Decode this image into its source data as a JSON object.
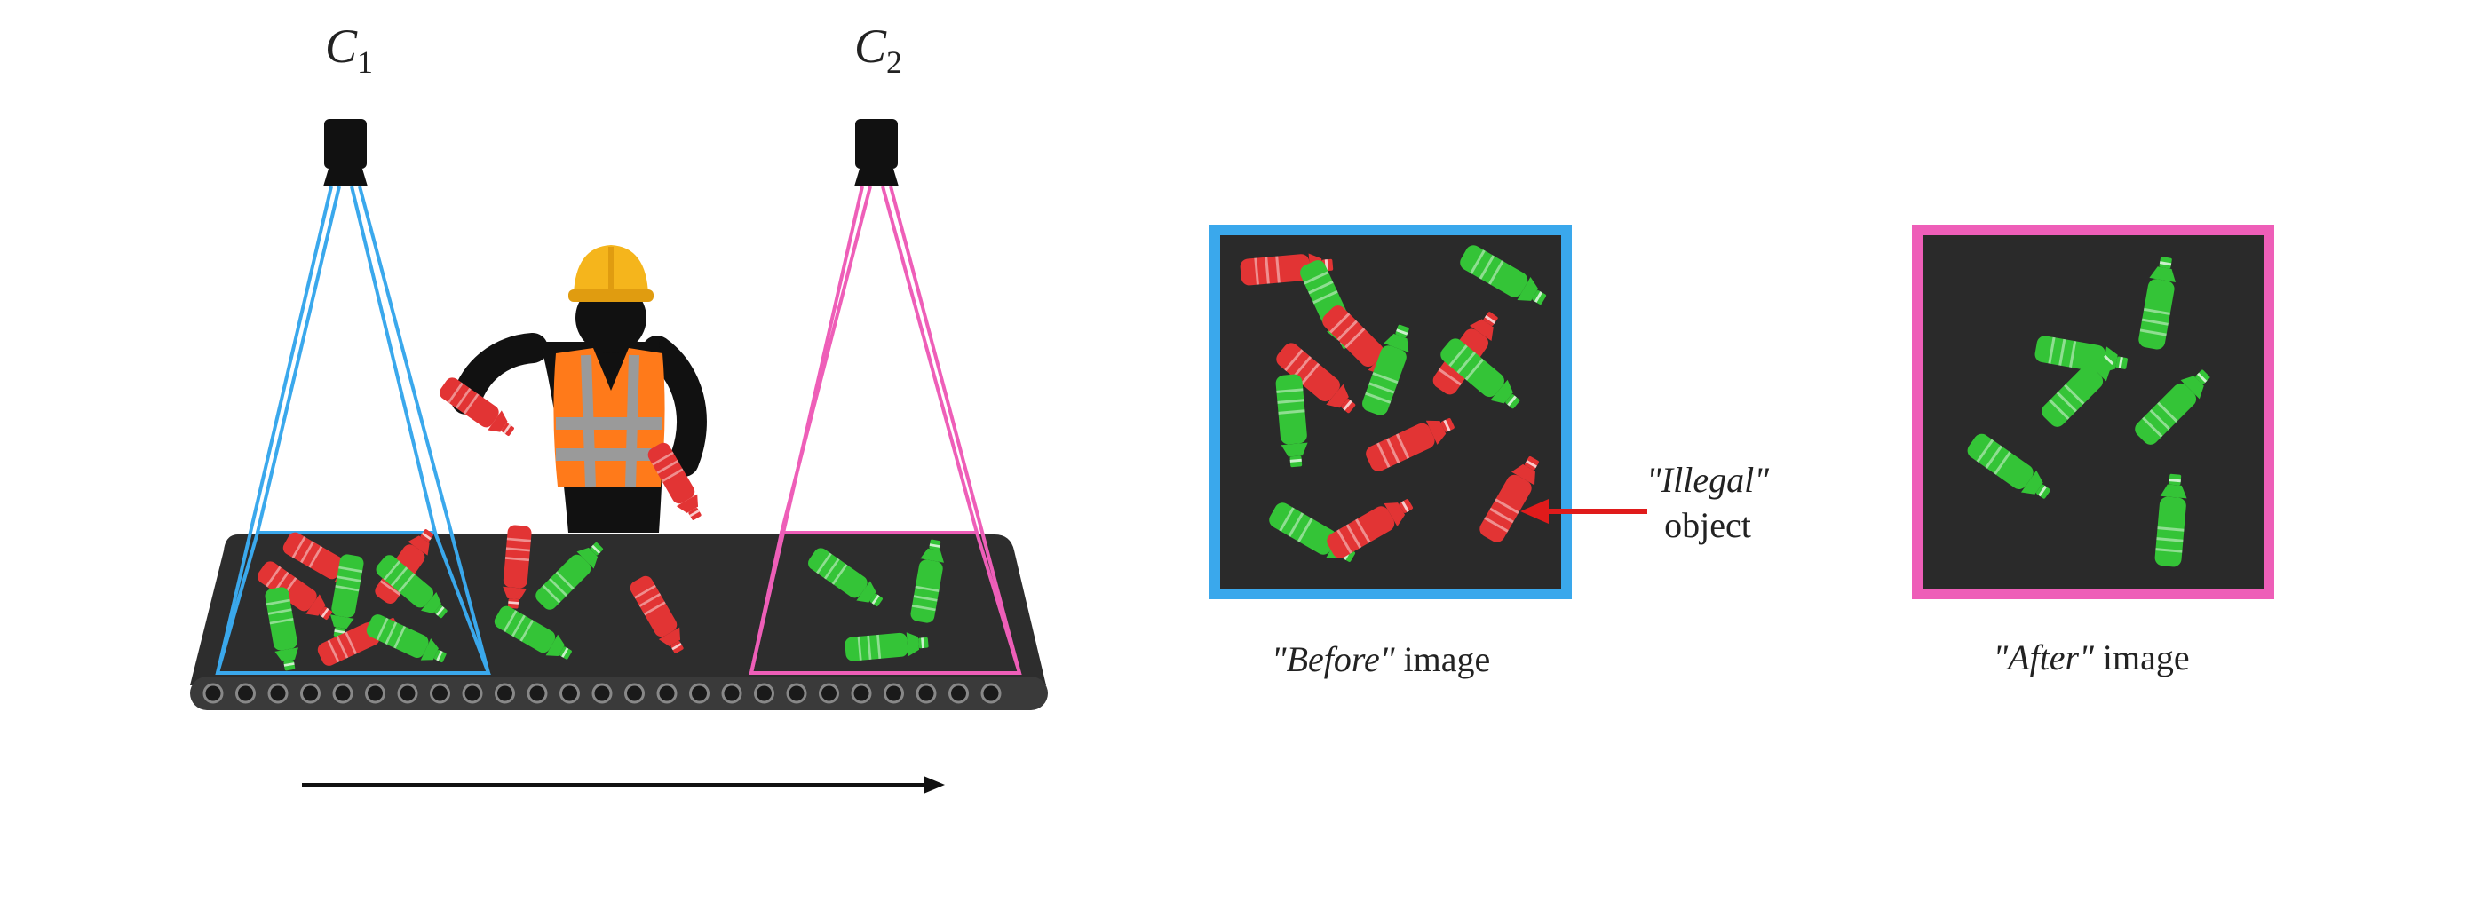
{
  "cameras": [
    {
      "letter": "C",
      "sub": "1",
      "color": "#3aa8ec"
    },
    {
      "letter": "C",
      "sub": "2",
      "color": "#ee5eb8"
    }
  ],
  "before": {
    "quote": "\"Before\"",
    "word": " image",
    "frame_color": "#3aa8ec"
  },
  "after": {
    "quote": "\"After\"",
    "word": " image",
    "frame_color": "#ee5eb8"
  },
  "illegal": {
    "line1": "\"Illegal\"",
    "line2": "object",
    "arrow_color": "#e01b1b"
  },
  "colors": {
    "belt": "#2d2d2d",
    "panel": "#2a2a2a",
    "bottle_red": "#e23434",
    "bottle_green": "#34c437",
    "vest": "#ff7a1a",
    "helmet": "#f5b51c"
  }
}
